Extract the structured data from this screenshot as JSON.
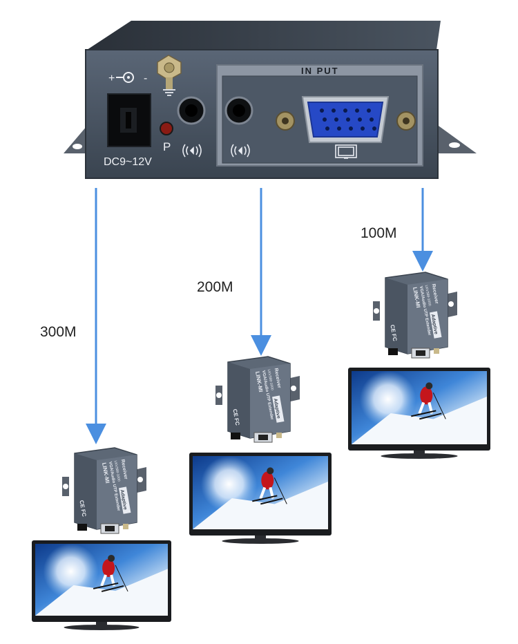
{
  "transmitter": {
    "input_label": "IN PUT",
    "power_label": "DC9~12V",
    "led_label": "P",
    "plus_label": "+",
    "minus_label": "-"
  },
  "receiver": {
    "brand": "LINK-MI",
    "product": "VGA/Audio UTP Extender",
    "model": "LKV388-1000",
    "role": "Receiver",
    "badge": "Adaptive",
    "cert": "CE FC"
  },
  "distances": {
    "d1": "300M",
    "d2": "200M",
    "d3": "100M"
  },
  "colors": {
    "arrow": "#4b8fe0",
    "device": "#4d5866",
    "device_dark": "#2c343e",
    "panel": "#8d96a3"
  },
  "icons": [
    "power-jack-icon",
    "ground-screw-icon",
    "led-icon",
    "audio-jack-icon",
    "vga-port-icon",
    "monitor-icon",
    "rj45-port-icon"
  ]
}
